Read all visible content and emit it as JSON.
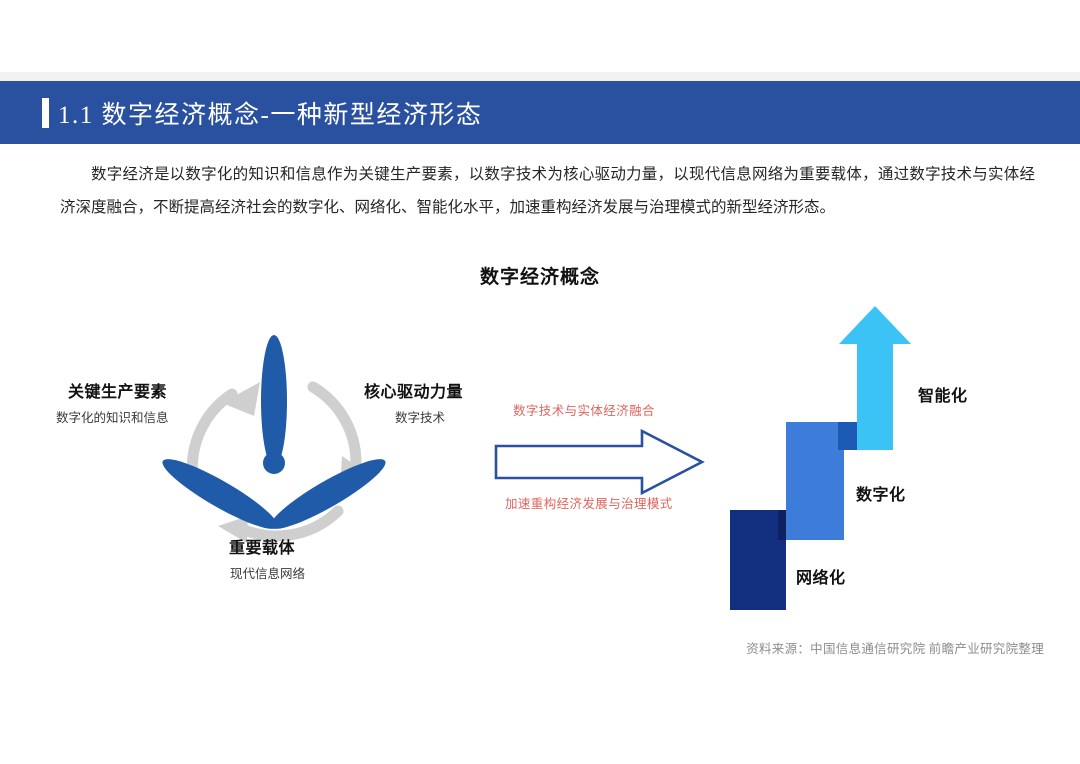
{
  "header": {
    "accent_color": "#ffffff",
    "bar_color": "#2a51a0",
    "title": "1.1  数字经济概念-一种新型经济形态"
  },
  "paragraph": {
    "text": "数字经济是以数字化的知识和信息作为关键生产要素，以数字技术为核心驱动力量，以现代信息网络为重要载体，通过数字技术与实体经济深度融合，不断提高经济社会的数字化、网络化、智能化水平，加速重构经济发展与治理模式的新型经济形态。"
  },
  "figure": {
    "title": "数字经济概念",
    "turbine": {
      "blade_color": "#1f5ba8",
      "cycle_arrow_color": "#cfcfcf",
      "labels": [
        {
          "title": "关键生产要素",
          "subtitle": "数字化的知识和信息"
        },
        {
          "title": "核心驱动力量",
          "subtitle": "数字技术"
        },
        {
          "title": "重要载体",
          "subtitle": "现代信息网络"
        }
      ]
    },
    "middle": {
      "arrow_stroke_color": "#2a51a0",
      "caption_color": "#e0665e",
      "caption_top": "数字技术与实体经济融合",
      "caption_bottom": "加速重构经济发展与治理模式"
    },
    "stairs": {
      "steps": [
        {
          "label": "网络化",
          "color": "#132f7f",
          "shade": "#0d2163"
        },
        {
          "label": "数字化",
          "color": "#3d7cd8",
          "shade": "#1c5ab5"
        },
        {
          "label": "智能化",
          "color": "#3cc3f5",
          "shade": "#3cc3f5"
        }
      ]
    }
  },
  "source": {
    "text": "资料来源：中国信息通信研究院 前瞻产业研究院整理"
  }
}
